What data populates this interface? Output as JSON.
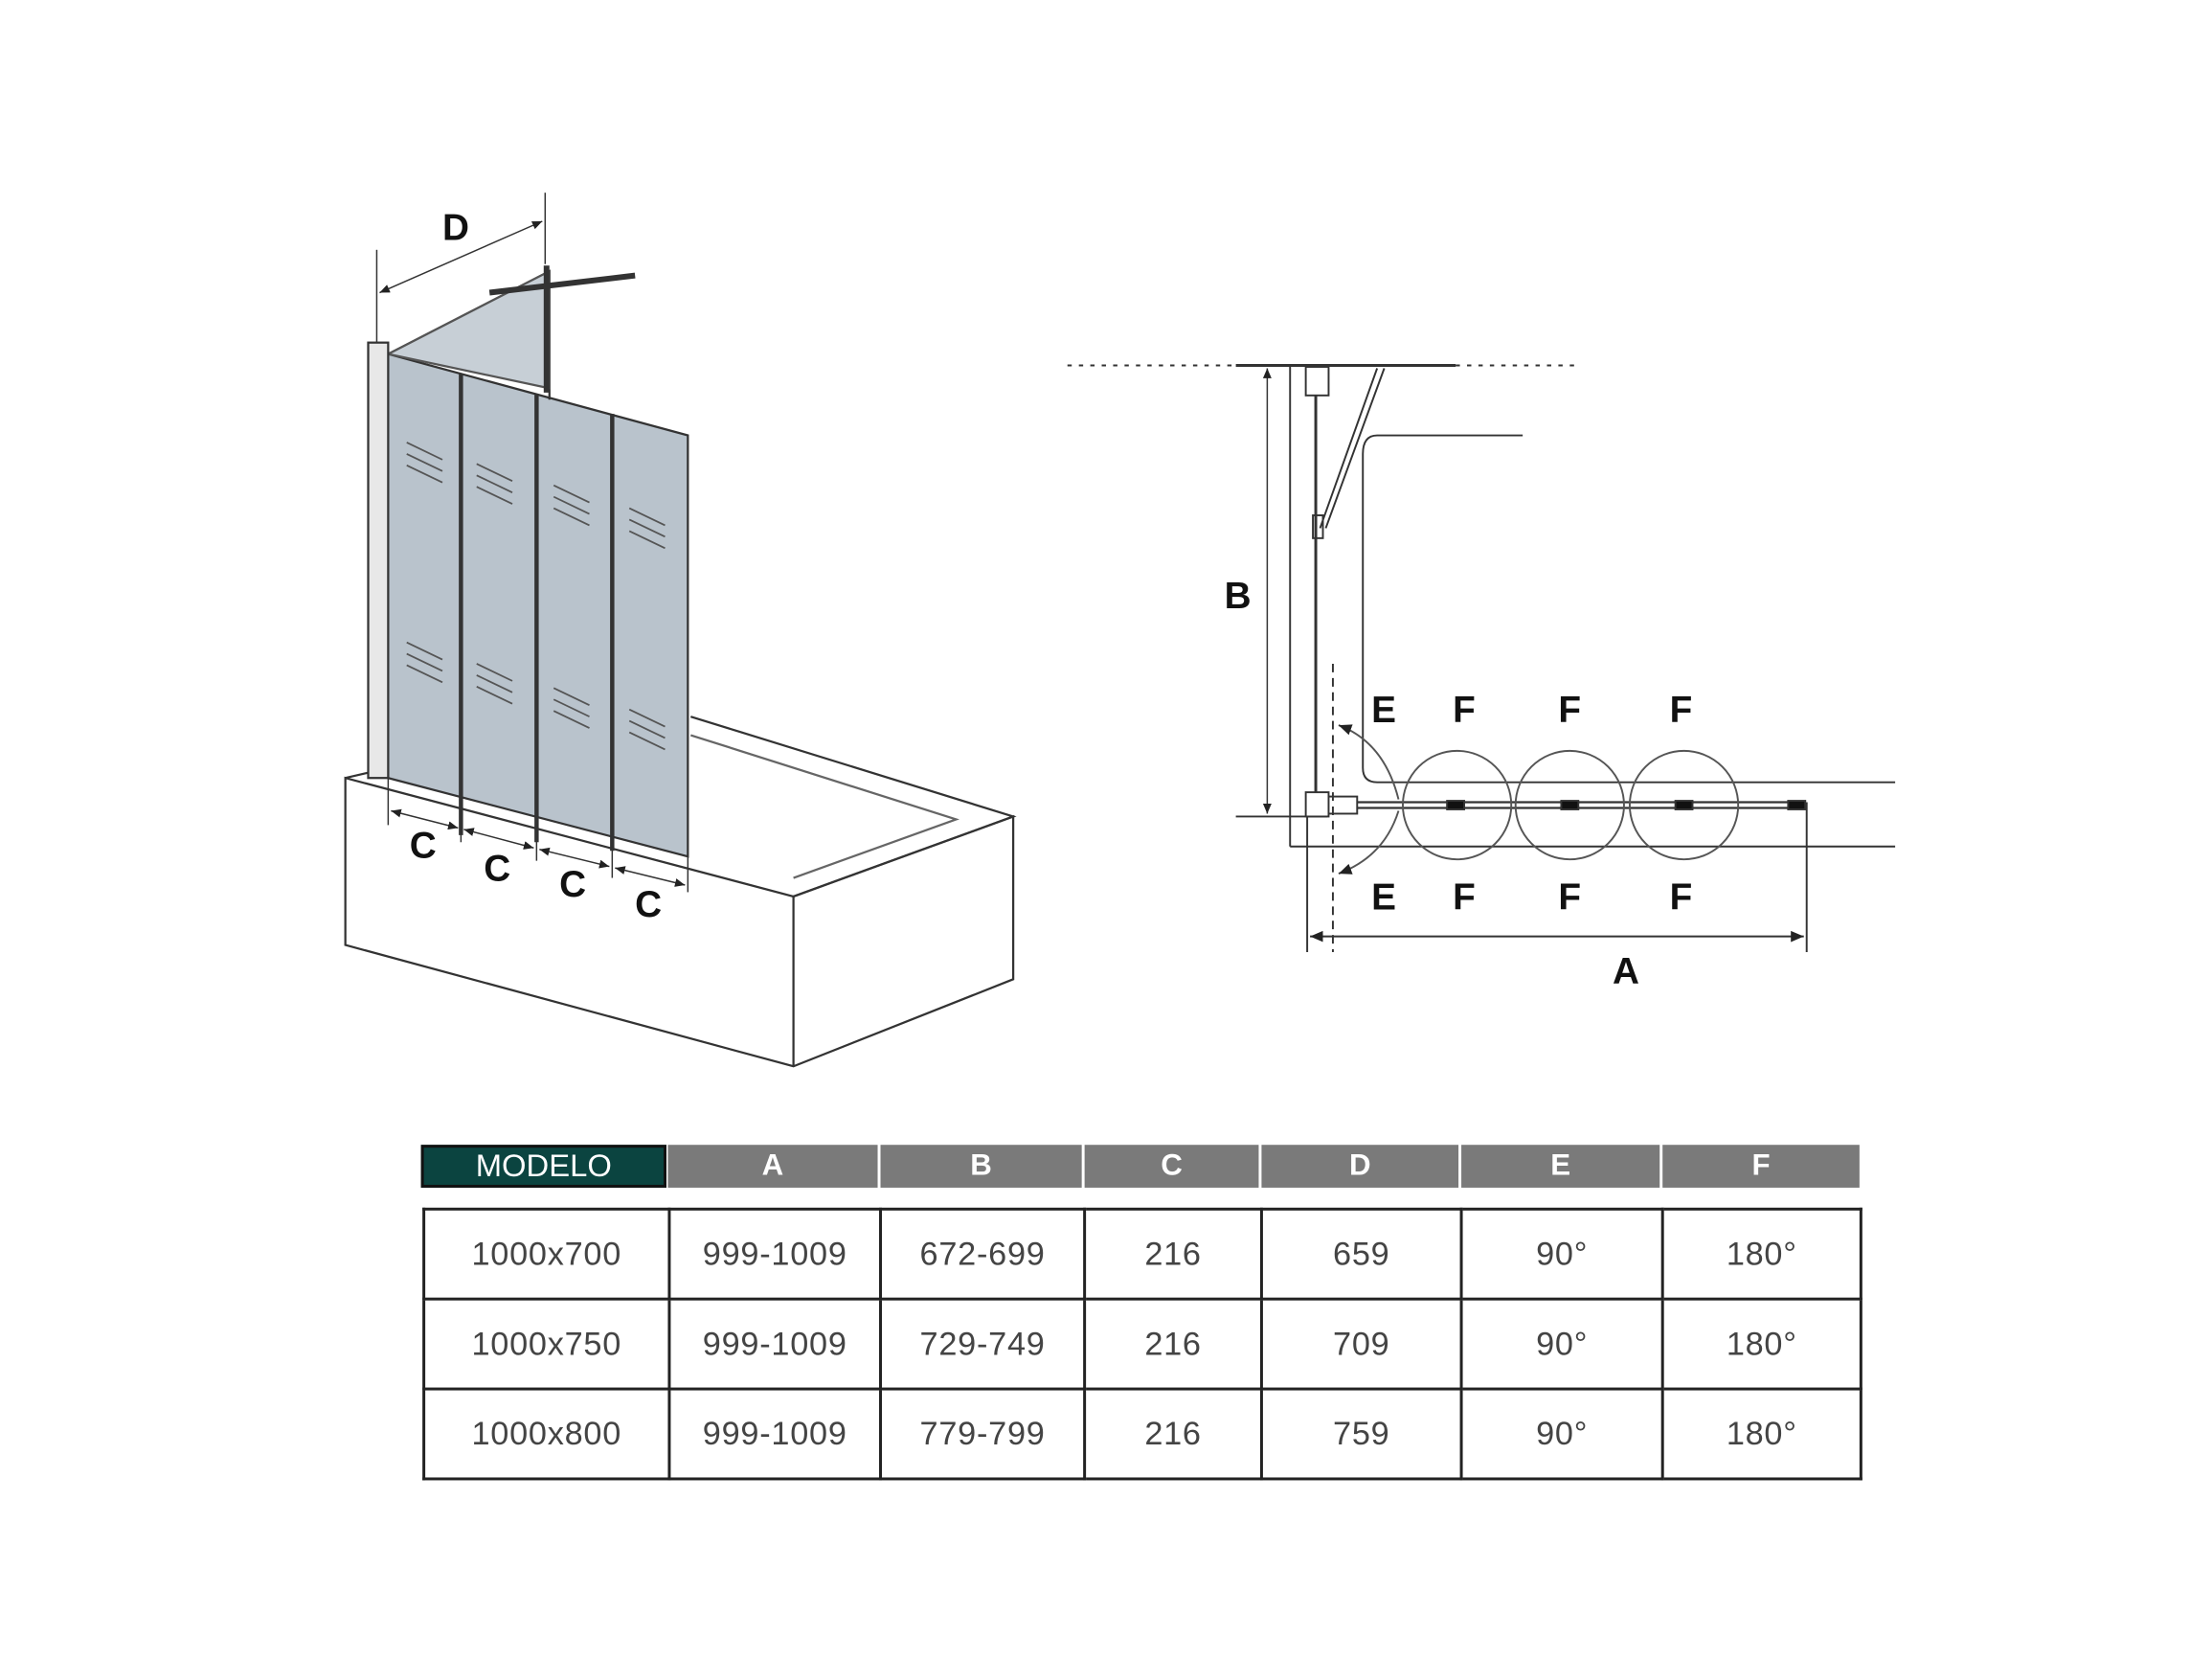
{
  "diagram": {
    "left_labels": {
      "D": "D",
      "C": [
        "C",
        "C",
        "C",
        "C"
      ]
    },
    "right_labels": {
      "B": "B",
      "A": "A",
      "E_top": "E",
      "E_bottom": "E",
      "F_top": [
        "F",
        "F",
        "F"
      ],
      "F_bottom": [
        "F",
        "F",
        "F"
      ]
    },
    "colors": {
      "glass": "#b9c3cc",
      "header_dark": "#0b4440",
      "header_gray": "#7a7a7a"
    }
  },
  "table": {
    "headers": [
      "MODELO",
      "A",
      "B",
      "C",
      "D",
      "E",
      "F"
    ],
    "rows": [
      [
        "1000x700",
        "999-1009",
        "672-699",
        "216",
        "659",
        "90°",
        "180°"
      ],
      [
        "1000x750",
        "999-1009",
        "729-749",
        "216",
        "709",
        "90°",
        "180°"
      ],
      [
        "1000x800",
        "999-1009",
        "779-799",
        "216",
        "759",
        "90°",
        "180°"
      ]
    ]
  }
}
